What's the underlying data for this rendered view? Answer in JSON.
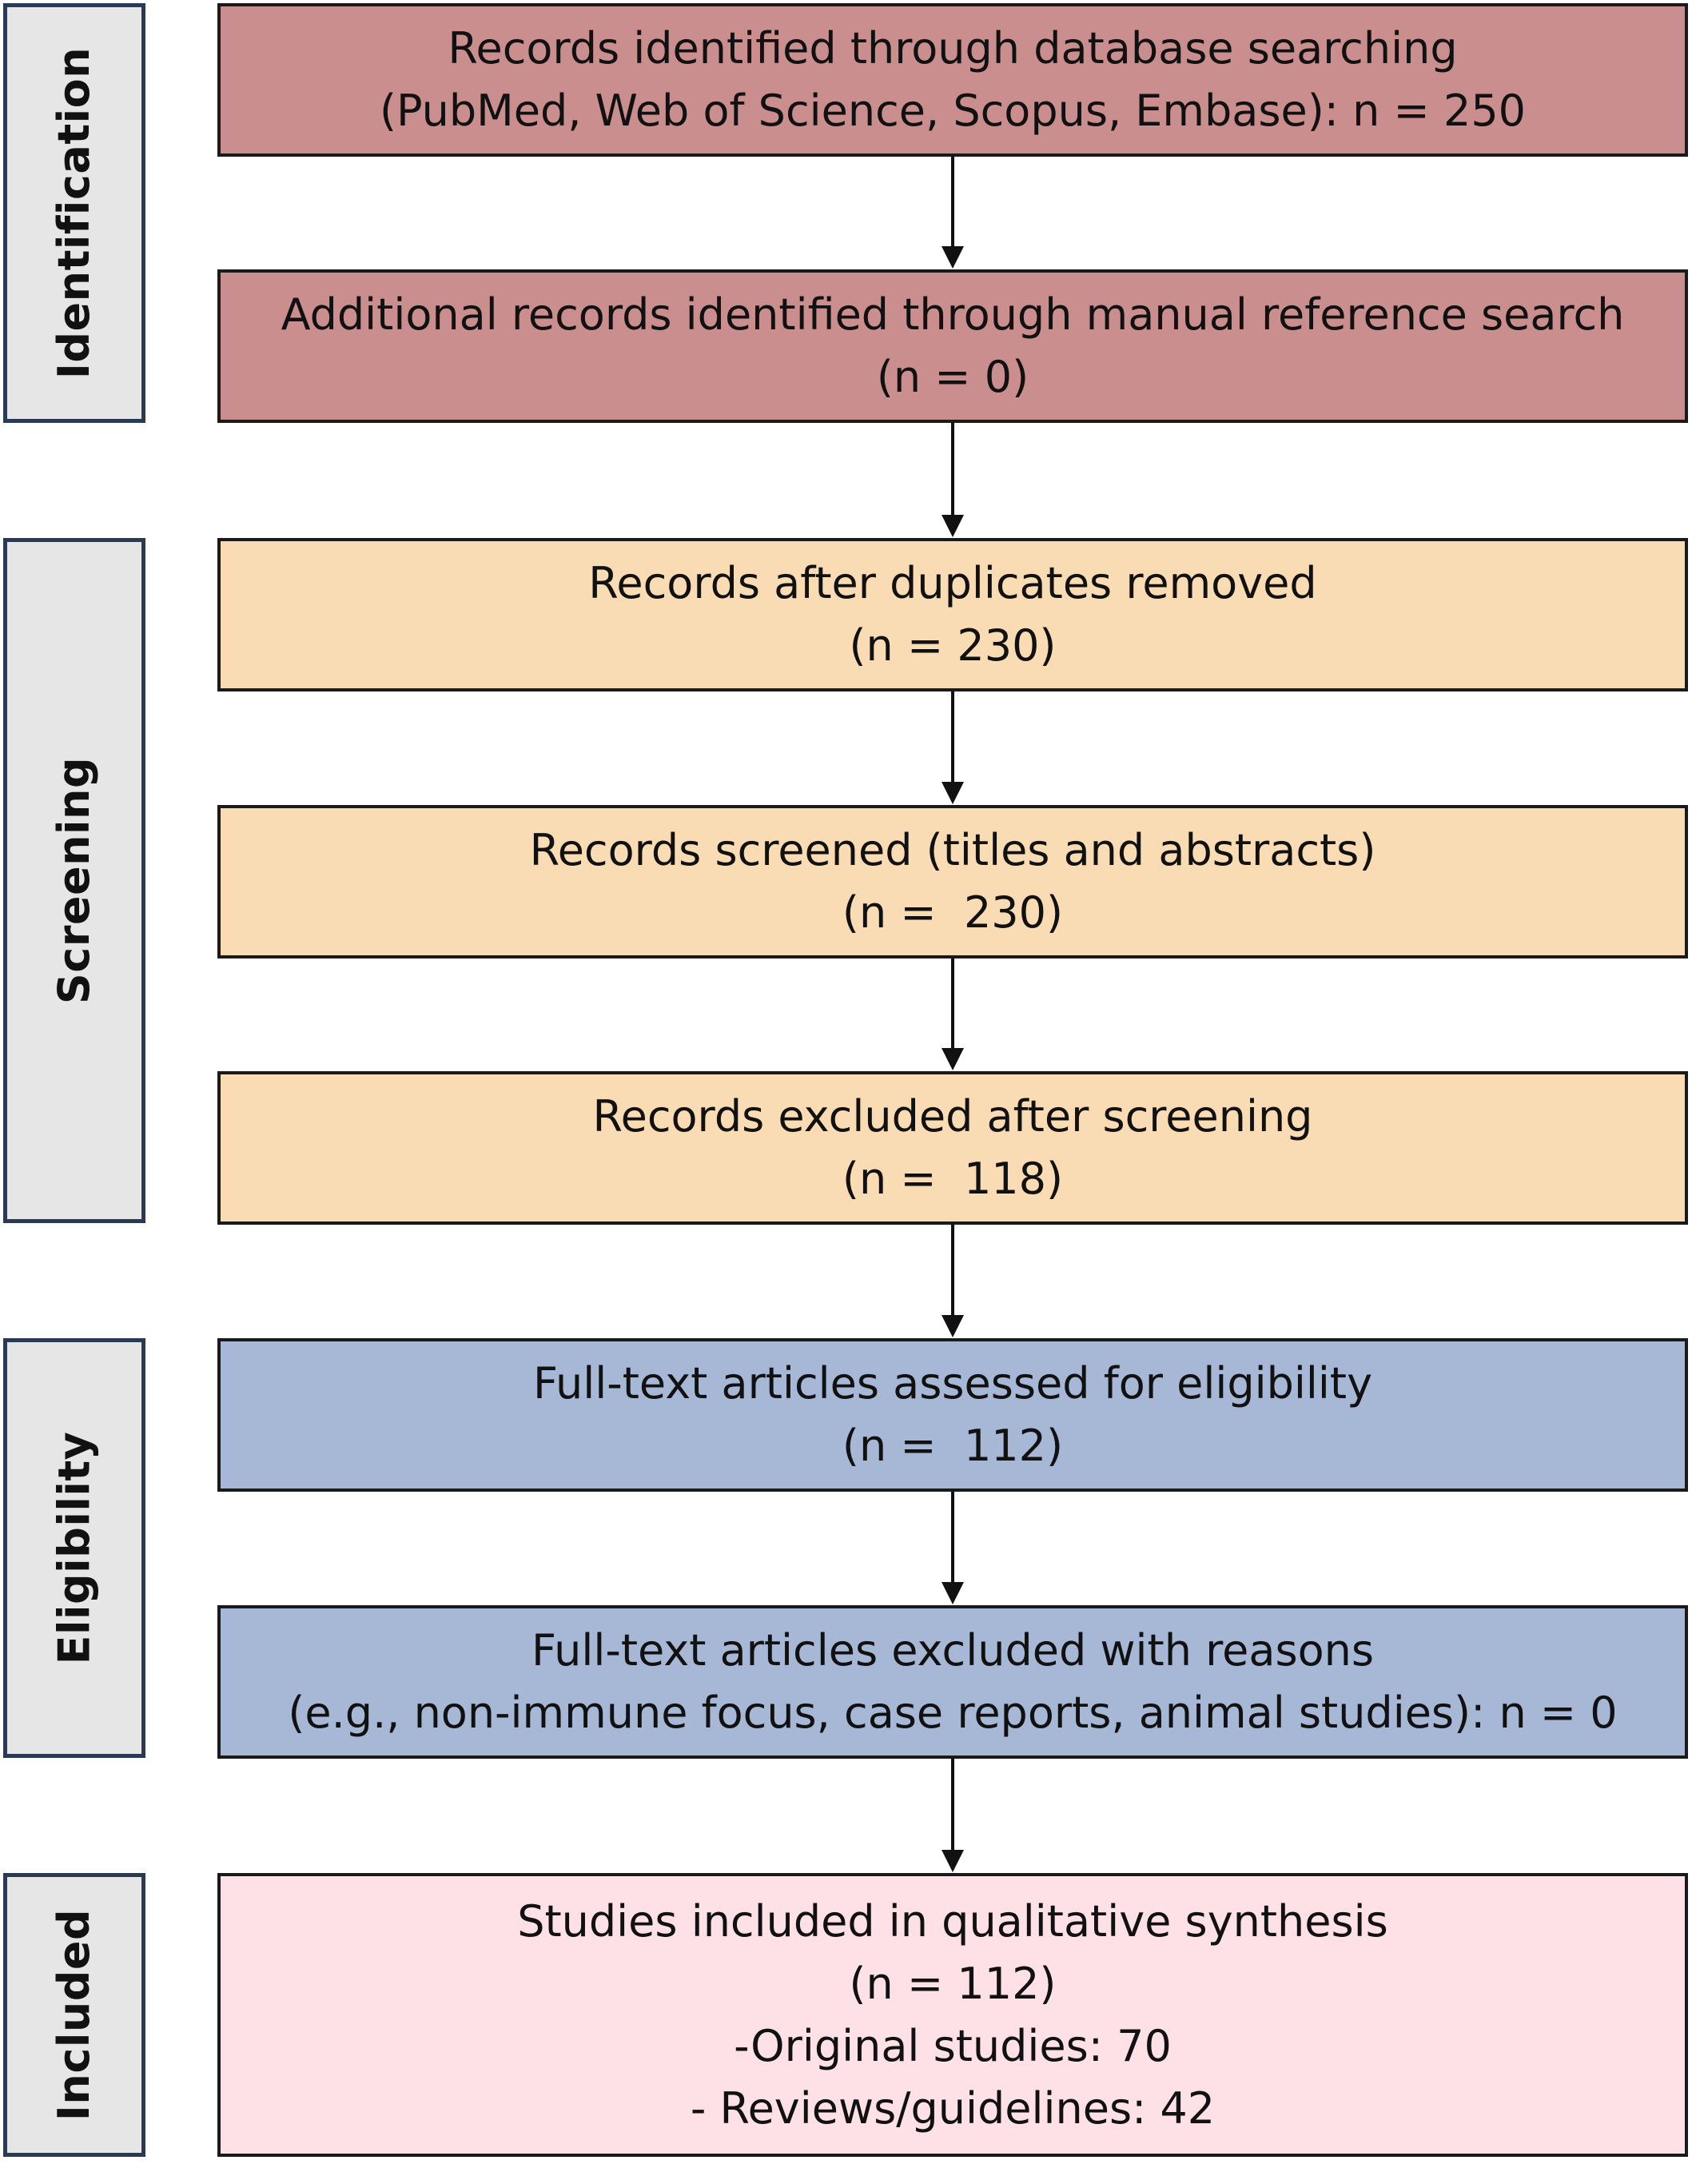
{
  "stages": {
    "identification": "Identification",
    "screening": "Screening",
    "eligibility": "Eligibility",
    "included": "Included"
  },
  "boxes": {
    "database_search": {
      "line1": "Records identified through database searching",
      "line2": "(PubMed, Web of Science, Scopus, Embase): n = 250"
    },
    "manual_search": {
      "line1": "Additional records identified through manual reference search",
      "line2": "(n = 0)"
    },
    "duplicates_removed": {
      "line1": "Records after duplicates removed",
      "line2": "(n = 230)"
    },
    "screened": {
      "line1": "Records screened (titles and abstracts)",
      "line2": "(n =  230)"
    },
    "excluded_screening": {
      "line1": "Records excluded after screening",
      "line2": "(n =  118)"
    },
    "fulltext_assessed": {
      "line1": "Full-text articles assessed for eligibility",
      "line2": "(n =  112)"
    },
    "fulltext_excluded": {
      "line1": "Full-text articles excluded with reasons",
      "line2": "(e.g., non-immune focus, case reports, animal studies): n = 0"
    },
    "included": {
      "line1": "Studies included in qualitative synthesis",
      "line2": "(n = 112)",
      "line3": "-Original studies: 70",
      "line4": "- Reviews/guidelines: 42"
    }
  },
  "colors": {
    "identification": "#cb8e8e",
    "screening": "#fadcb4",
    "eligibility": "#a6b8d6",
    "included": "#fde1e6",
    "stage_panel": "#e6e6e6",
    "stage_border": "#2a3a55"
  }
}
